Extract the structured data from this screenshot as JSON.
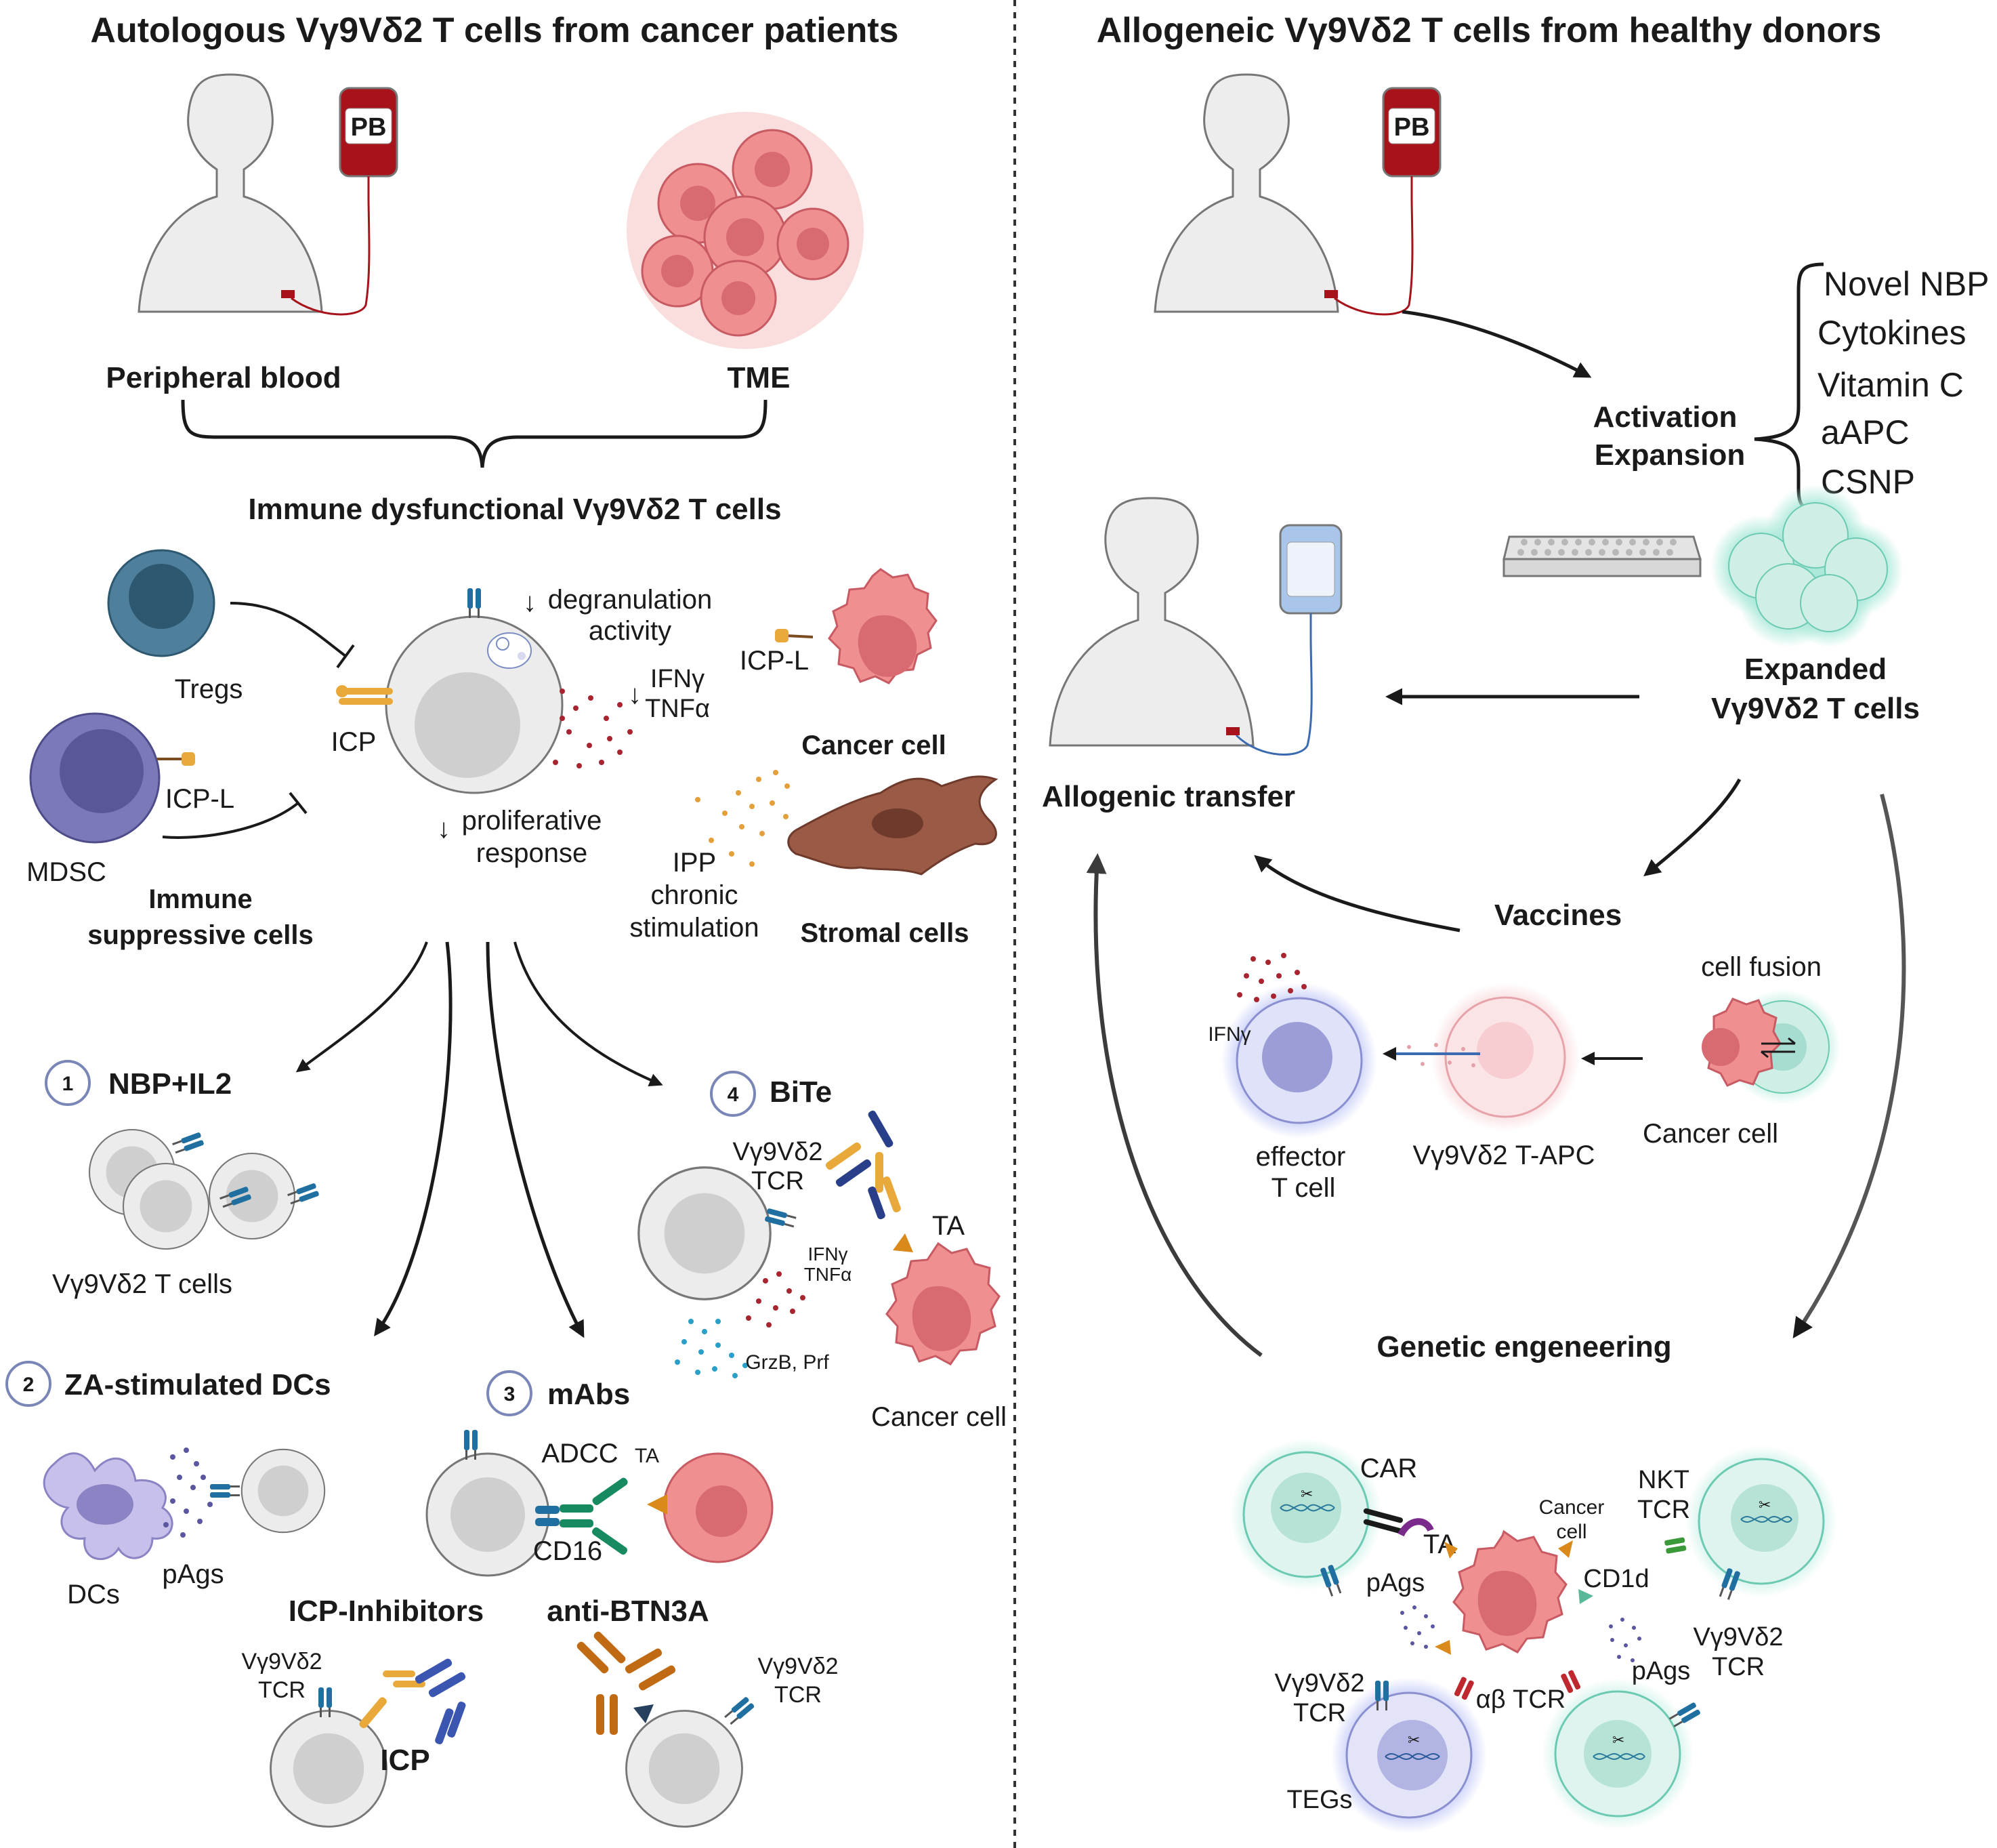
{
  "left": {
    "title": "Autologous  Vγ9Vδ2 T cells from cancer patients",
    "pb_bag": "PB",
    "peripheral_blood": "Peripheral blood",
    "tme": "TME",
    "dysfunctional_title": "Immune dysfunctional Vγ9Vδ2 T cells",
    "tregs": "Tregs",
    "mdsc": "MDSC",
    "icp_l_left": "ICP-L",
    "immune_suppressive_1": "Immune",
    "immune_suppressive_2": "suppressive cells",
    "icp": "ICP",
    "degranulation_1": "degranulation",
    "degranulation_2": "activity",
    "ifng": "IFNγ",
    "tnfa": "TNFα",
    "proliferative_1": "proliferative",
    "proliferative_2": "response",
    "icp_l_right": "ICP-L",
    "cancer_cell": "Cancer cell",
    "ipp_1": "IPP",
    "ipp_2": "chronic",
    "ipp_3": "stimulation",
    "stromal_cells": "Stromal cells",
    "strategy1_num": "1",
    "strategy1": "NBP+IL2",
    "vg9vd2_t_cells": "Vγ9Vδ2 T cells",
    "strategy2_num": "2",
    "strategy2": "ZA-stimulated DCs",
    "dcs": "DCs",
    "pags": "pAgs",
    "strategy3_num": "3",
    "strategy3": "mAbs",
    "adcc": "ADCC",
    "ta_mabs": "TA",
    "cd16": "CD16",
    "strategy4_num": "4",
    "strategy4": "BiTe",
    "bite_tcr_1": "Vγ9Vδ2",
    "bite_tcr_2": "TCR",
    "ta_bite": "TA",
    "bite_ifng": "IFNγ",
    "bite_tnfa": "TNFα",
    "grzb": "GrzB, Prf",
    "cancer_cell_bite": "Cancer cell",
    "icp_inhibitors": "ICP-Inhibitors",
    "anti_btn3a": "anti-BTN3A",
    "icpi_tcr_1": "Vγ9Vδ2",
    "icpi_tcr_2": "TCR",
    "icp_bold": "ICP",
    "btn_tcr_1": "Vγ9Vδ2",
    "btn_tcr_2": "TCR"
  },
  "right": {
    "title": "Allogeneic Vγ9Vδ2 T cells from healthy donors",
    "pb_bag": "PB",
    "activation": "Activation",
    "expansion": "Expansion",
    "options": [
      "Novel NBP",
      "Cytokines",
      "Vitamin C",
      "aAPC",
      "CSNP"
    ],
    "expanded_1": "Expanded",
    "expanded_2": "Vγ9Vδ2 T cells",
    "allogenic_transfer": "Allogenic transfer",
    "vaccines": "Vaccines",
    "cell_fusion": "cell fusion",
    "ifng": "IFNγ",
    "effector_1": "effector",
    "effector_2": "T cell",
    "t_apc": "Vγ9Vδ2 T-APC",
    "cancer_cell": "Cancer cell",
    "genetic_engineering": "Genetic engeneering",
    "car": "CAR",
    "ta": "TA",
    "cancer_cell_small_1": "Cancer",
    "cancer_cell_small_2": "cell",
    "nkt_1": "NKT",
    "nkt_2": "TCR",
    "cd1d": "CD1d",
    "pags_left": "pAgs",
    "pags_right": "pAgs",
    "tcr_right_1": "Vγ9Vδ2",
    "tcr_right_2": "TCR",
    "tcr_bottom_1": "Vγ9Vδ2",
    "tcr_bottom_2": "TCR",
    "ab_tcr": "αβ TCR",
    "tegs": "TEGs"
  },
  "colors": {
    "tcr_blue": "#1f6fa0",
    "cancer_pink": "#ef8f8f",
    "cancer_nucleus": "#d86a72",
    "tregs": "#4e7f9c",
    "mdsc": "#7b79b8",
    "stromal": "#9a5a46",
    "icp_gold": "#e8a93a",
    "teal_cell": "#cfeee6",
    "blood_red": "#a8121a"
  }
}
